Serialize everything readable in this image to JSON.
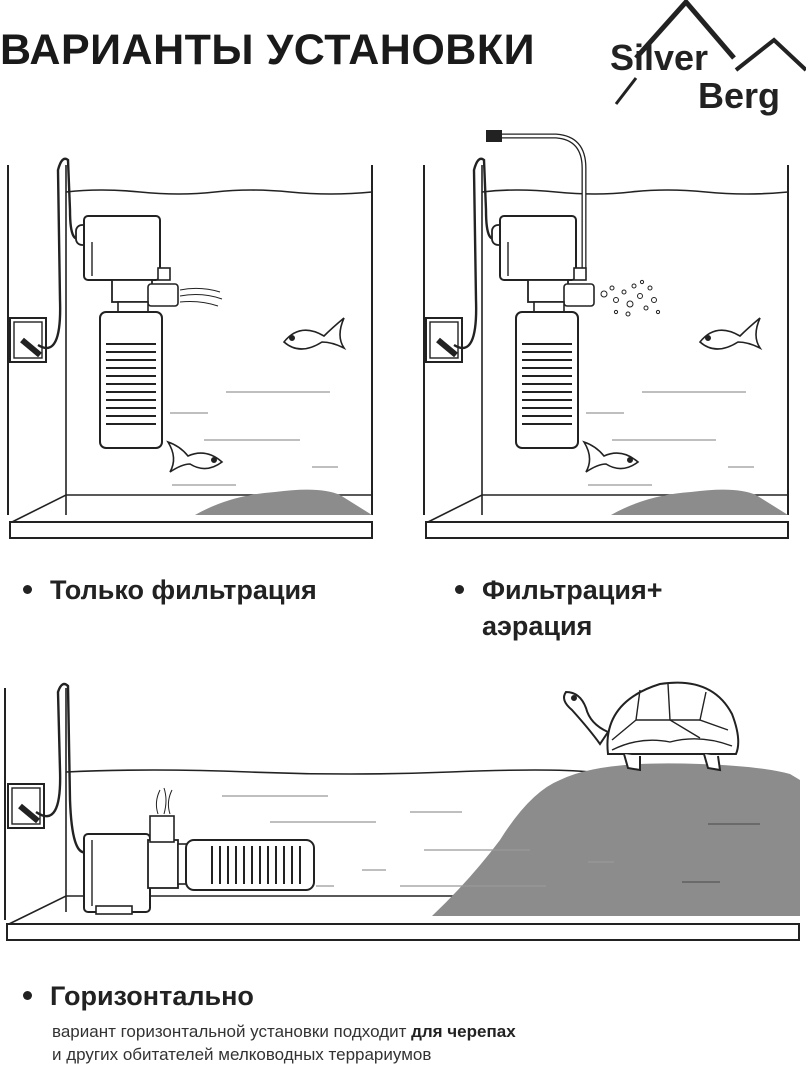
{
  "header": {
    "title": "ВАРИАНТЫ УСТАНОВКИ"
  },
  "logo": {
    "line1": "Silver",
    "line2": "Berg"
  },
  "options": [
    {
      "label": "Только фильтрация"
    },
    {
      "label_line1": "Фильтрация+",
      "label_line2": "аэрация"
    },
    {
      "label": "Горизонтально"
    }
  ],
  "note": {
    "prefix": "вариант горизонтальной установки подходит ",
    "bold": "для черепах",
    "line2": "и других обитателей мелководных террариумов"
  },
  "colors": {
    "line": "#1a1a1a",
    "sand": "#8c8c8c",
    "panel_stroke": "#222222"
  }
}
